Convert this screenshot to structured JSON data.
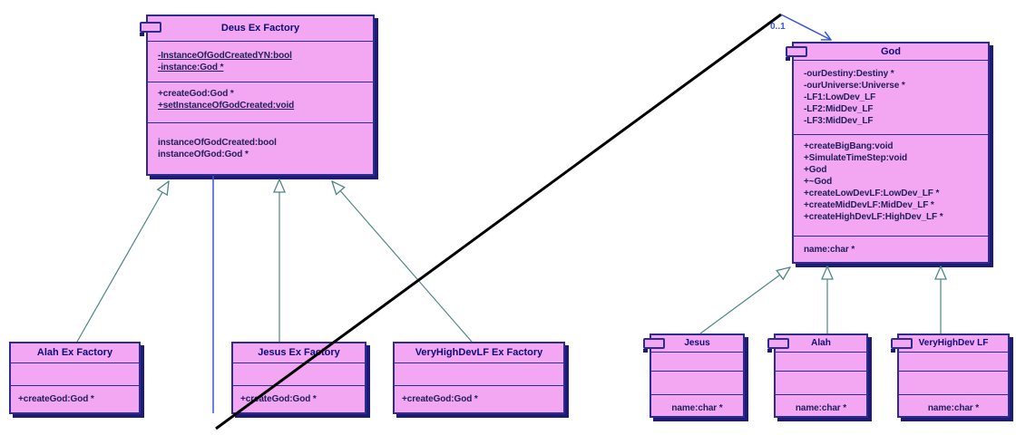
{
  "diagram_type": "uml-class-diagram",
  "classes": {
    "deus_ex_factory": {
      "title": "Deus Ex Factory",
      "attributes": [
        "-InstanceOfGodCreatedYN:bool",
        "-instance:God *"
      ],
      "operations": [
        "+createGod:God *",
        "+setInstanceOfGodCreated:void"
      ],
      "properties": [
        "instanceOfGodCreated:bool",
        "instanceOfGod:God *"
      ]
    },
    "god": {
      "title": "God",
      "attributes": [
        "-ourDestiny:Destiny *",
        "-ourUniverse:Universe *",
        "-LF1:LowDev_LF",
        "-LF2:MidDev_LF",
        "-LF3:MidDev_LF"
      ],
      "operations": [
        "+createBigBang:void",
        "+SimulateTimeStep:void",
        "+God",
        "+~God",
        "+createLowDevLF:LowDev_LF *",
        "+createMidDevLF:MidDev_LF *",
        "+createHighDevLF:HighDev_LF *"
      ],
      "properties": [
        "name:char *"
      ]
    },
    "alah_ex_factory": {
      "title": "Alah Ex Factory",
      "operations": [
        "+createGod:God *"
      ]
    },
    "jesus_ex_factory": {
      "title": "Jesus Ex Factory",
      "operations": [
        "+createGod:God *"
      ]
    },
    "veryhighdevlf_ex_factory": {
      "title": "VeryHighDevLF Ex Factory",
      "operations": [
        "+createGod:God *"
      ]
    },
    "jesus": {
      "title": "Jesus",
      "properties": [
        "name:char *"
      ]
    },
    "alah": {
      "title": "Alah",
      "properties": [
        "name:char *"
      ]
    },
    "veryhighdev_lf": {
      "title": "VeryHighDev LF",
      "properties": [
        "name:char *"
      ]
    }
  },
  "association": {
    "multiplicity": "0..1"
  },
  "colors": {
    "class_fill": "#f3a6f1",
    "class_border": "#2d2d91",
    "class_shadow": "#1c1c78",
    "title_text": "#0b0b77",
    "member_text": "#20205c",
    "generalization_line": "#4e8686",
    "association_line": "#3a55dd",
    "crossing_line": "#000000"
  }
}
